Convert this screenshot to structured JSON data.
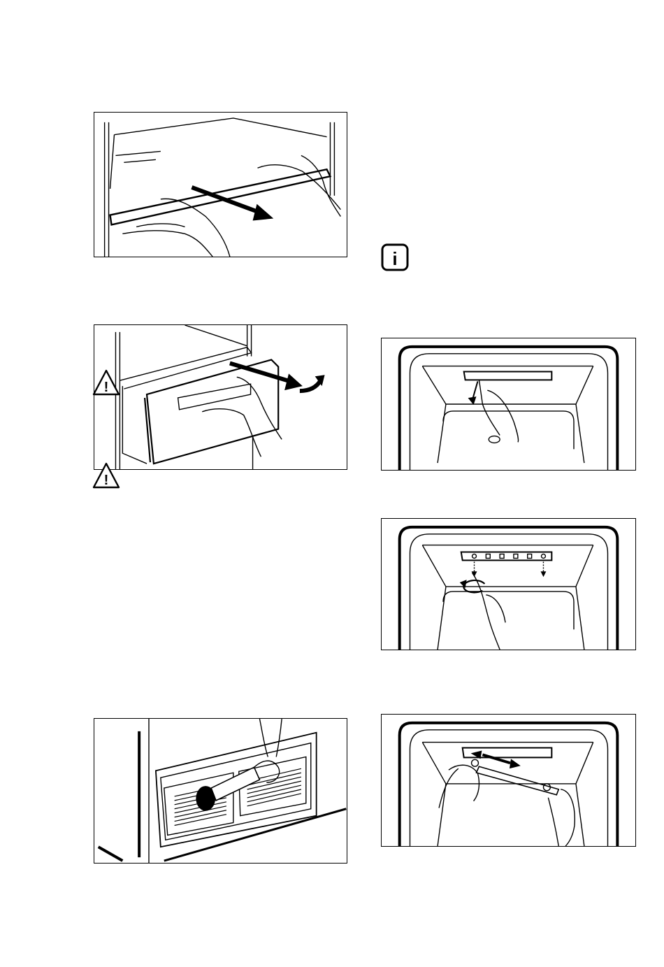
{
  "figures": [
    {
      "id": "remove-shelf",
      "icon": "shelf-removal-illustration"
    },
    {
      "id": "remove-drawer",
      "icon": "drawer-removal-illustration"
    },
    {
      "id": "clean-condenser",
      "icon": "brush-cleaning-illustration"
    },
    {
      "id": "lamp-cover-open",
      "icon": "lamp-cover-illustration"
    },
    {
      "id": "lamp-screws",
      "icon": "lamp-screw-illustration"
    },
    {
      "id": "lamp-remove",
      "icon": "lamp-removal-illustration"
    }
  ],
  "symbols": {
    "warning": "warning-triangle-icon",
    "info": "info-icon",
    "info_letter": "i",
    "warning_mark": "!"
  },
  "colors": {
    "line": "#000000",
    "background": "#ffffff"
  }
}
